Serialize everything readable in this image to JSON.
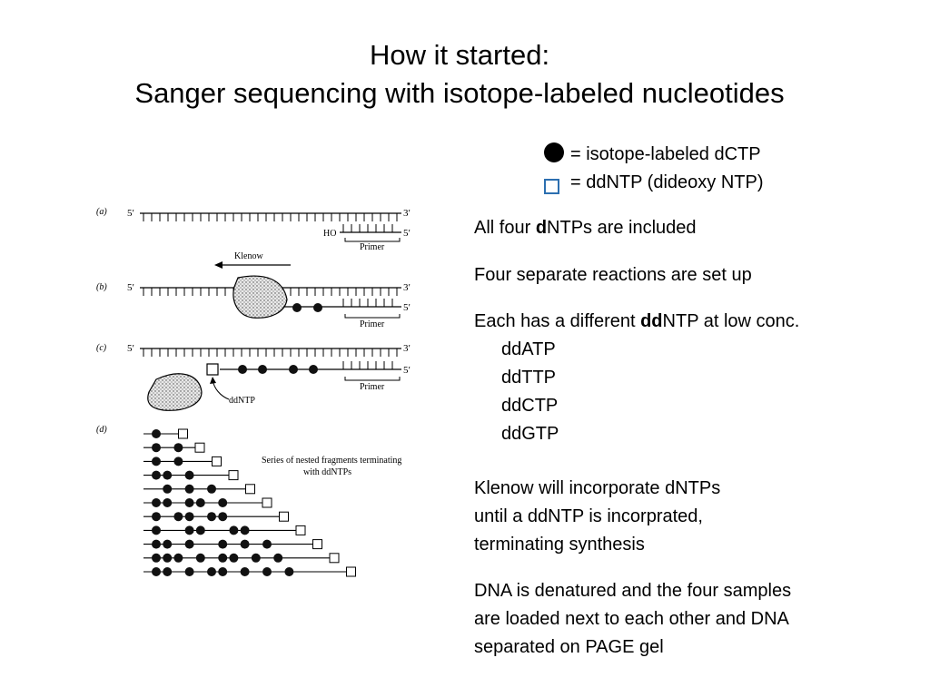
{
  "title": {
    "line1": "How it started:",
    "line2": "Sanger sequencing with isotope-labeled nucleotides"
  },
  "legend": {
    "dot_text": "= isotope-labeled dCTP",
    "square_text": "= ddNTP (dideoxy NTP)",
    "dot_icon": "filled-circle-icon",
    "square_icon": "open-square-icon",
    "square_color": "#2c6fb0"
  },
  "text": {
    "p1_pre": "All four ",
    "p1_bold": "d",
    "p1_post": "NTPs are included",
    "p2": "Four separate reactions are set up",
    "p3_pre": "Each has a different ",
    "p3_bold": "dd",
    "p3_post": "NTP at low conc.",
    "dd_list": [
      "ddATP",
      "ddTTP",
      "ddCTP",
      "ddGTP"
    ],
    "p4": [
      "Klenow will incorporate dNTPs",
      "until a ddNTP is incorprated,",
      "terminating synthesis"
    ],
    "p5": [
      "DNA is denatured and the four samples",
      "are loaded next to each other and DNA",
      "separated on PAGE gel"
    ]
  },
  "diagram": {
    "panel_a": "(a)",
    "panel_b": "(b)",
    "panel_c": "(c)",
    "panel_d": "(d)",
    "five_prime": "5′",
    "three_prime": "3′",
    "ho": "HO",
    "primer": "Primer",
    "klenow": "Klenow",
    "ddntp": "ddNTP",
    "nested_caption_1": "Series of nested fragments terminating",
    "nested_caption_2": "with ddNTPs",
    "fragments": [
      [
        1
      ],
      [
        1,
        3
      ],
      [
        1,
        3
      ],
      [
        1,
        2,
        4
      ],
      [
        2,
        4,
        6
      ],
      [
        1,
        2,
        4,
        5,
        7
      ],
      [
        1,
        3,
        4,
        6,
        7
      ],
      [
        1,
        4,
        5,
        8,
        9
      ],
      [
        1,
        2,
        4,
        7,
        9,
        11
      ],
      [
        1,
        2,
        3,
        5,
        7,
        8,
        10,
        12
      ],
      [
        1,
        2,
        4,
        6,
        7,
        9,
        11,
        13
      ]
    ]
  }
}
